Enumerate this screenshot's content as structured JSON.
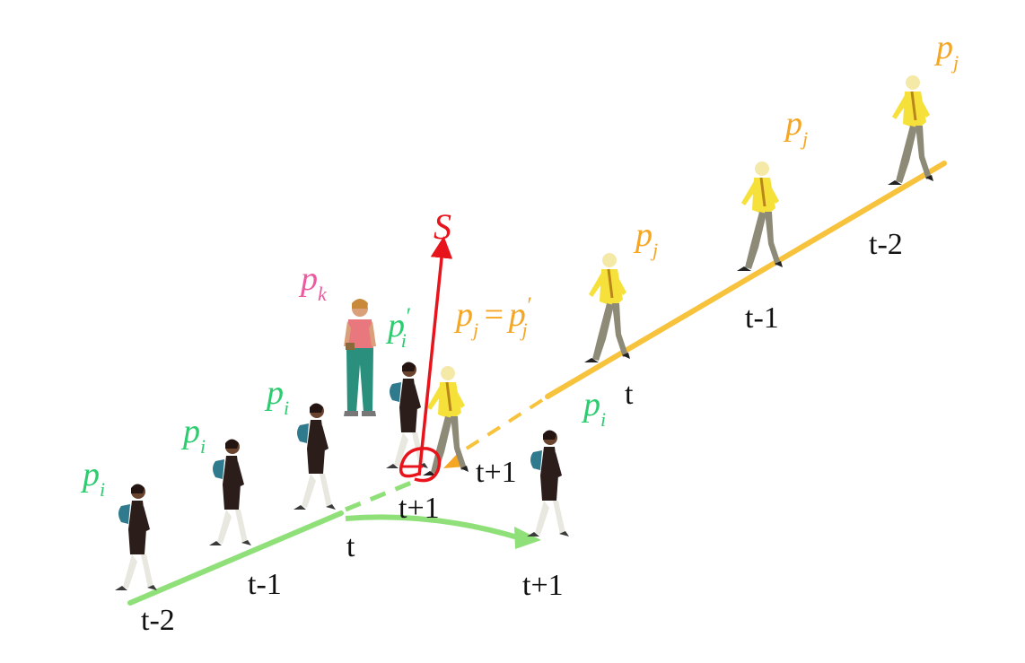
{
  "colors": {
    "green": "#2ecc71",
    "green_path": "#90e07a",
    "orange": "#f5a623",
    "orange_path": "#f7c23c",
    "red": "#e8141b",
    "pink": "#ee5aa0",
    "black": "#111111"
  },
  "agents": {
    "pi": {
      "label": "p",
      "sub": "i"
    },
    "pi_prime": {
      "label": "p",
      "sub": "i",
      "prime": "′"
    },
    "pj": {
      "label": "p",
      "sub": "j"
    },
    "pj_eq": {
      "label": "p",
      "sub": "j",
      "eq": "=",
      "prime": "′"
    },
    "pk": {
      "label": "p",
      "sub": "k"
    }
  },
  "vector_label": "S",
  "time_labels": {
    "green_tm2": "t-2",
    "green_tm1": "t-1",
    "green_t": "t",
    "green_tp1_pred": "t+1",
    "green_tp1_actual": "t+1",
    "orange_tm2": "t-2",
    "orange_tm1": "t-1",
    "orange_t": "t",
    "orange_tp1": "t+1"
  },
  "icons": [
    "walking-woman-backpack-icon",
    "walking-man-yellow-icon",
    "standing-person-icon"
  ]
}
